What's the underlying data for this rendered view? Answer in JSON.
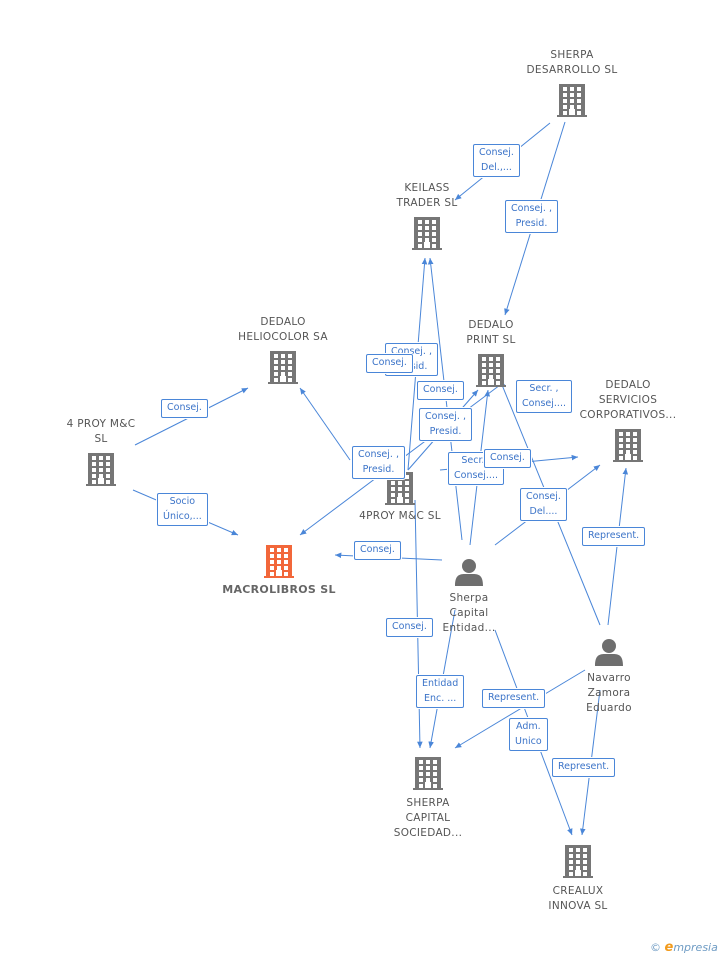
{
  "colors": {
    "edge": "#4a86d8",
    "company_icon": "#767676",
    "main_company_icon": "#f2673a",
    "person_icon": "#6e6e6e"
  },
  "nodes": [
    {
      "id": "sherpa_desarrollo",
      "type": "company",
      "label_lines": [
        "SHERPA",
        "DESARROLLO SL"
      ]
    },
    {
      "id": "keilass",
      "type": "company",
      "label_lines": [
        "KEILASS",
        "TRADER SL"
      ]
    },
    {
      "id": "dedalo_helio",
      "type": "company",
      "label_lines": [
        "DEDALO",
        "HELIOCOLOR SA"
      ]
    },
    {
      "id": "dedalo_print",
      "type": "company",
      "label_lines": [
        "DEDALO",
        "PRINT SL"
      ]
    },
    {
      "id": "dedalo_servicios",
      "type": "company",
      "label_lines": [
        "DEDALO",
        "SERVICIOS",
        "CORPORATIVOS..."
      ]
    },
    {
      "id": "proy4",
      "type": "company",
      "label_lines": [
        "4 PROY M&C",
        "SL"
      ]
    },
    {
      "id": "proy4mc",
      "type": "company",
      "label_lines": [
        "4PROY M&C SL"
      ]
    },
    {
      "id": "macrolibros",
      "type": "main_company",
      "label_lines": [
        "MACROLIBROS SL"
      ]
    },
    {
      "id": "sherpa_capital_ent",
      "type": "person",
      "label_lines": [
        "Sherpa",
        "Capital",
        "Entidad..."
      ]
    },
    {
      "id": "navarro",
      "type": "person",
      "label_lines": [
        "Navarro",
        "Zamora",
        "Eduardo"
      ]
    },
    {
      "id": "sherpa_capital_soc",
      "type": "company",
      "label_lines": [
        "SHERPA",
        "CAPITAL",
        "SOCIEDAD..."
      ]
    },
    {
      "id": "crealux",
      "type": "company",
      "label_lines": [
        "CREALUX",
        "INNOVA SL"
      ]
    }
  ],
  "edges": [
    {
      "from": "sherpa_desarrollo",
      "to": "keilass"
    },
    {
      "from": "sherpa_desarrollo",
      "to": "dedalo_print"
    },
    {
      "from": "proy4",
      "to": "dedalo_helio"
    },
    {
      "from": "proy4",
      "to": "macrolibros"
    },
    {
      "from": "proy4mc",
      "to": "keilass"
    },
    {
      "from": "proy4mc",
      "to": "dedalo_helio"
    },
    {
      "from": "proy4mc",
      "to": "dedalo_print"
    },
    {
      "from": "proy4mc",
      "to": "dedalo_servicios"
    },
    {
      "from": "dedalo_print",
      "to": "macrolibros"
    },
    {
      "from": "sherpa_capital_ent",
      "to": "keilass"
    },
    {
      "from": "sherpa_capital_ent",
      "to": "dedalo_print"
    },
    {
      "from": "sherpa_capital_ent",
      "to": "dedalo_servicios"
    },
    {
      "from": "sherpa_capital_ent",
      "to": "macrolibros"
    },
    {
      "from": "sherpa_capital_ent",
      "to": "sherpa_capital_soc"
    },
    {
      "from": "sherpa_capital_ent",
      "to": "crealux"
    },
    {
      "from": "proy4mc",
      "to": "sherpa_capital_soc"
    },
    {
      "from": "navarro",
      "to": "dedalo_print"
    },
    {
      "from": "navarro",
      "to": "dedalo_servicios"
    },
    {
      "from": "navarro",
      "to": "sherpa_capital_soc"
    },
    {
      "from": "navarro",
      "to": "crealux"
    }
  ],
  "edge_labels": [
    {
      "id": "consej-del-1",
      "lines": [
        "Consej.",
        "Del.,..."
      ]
    },
    {
      "id": "consej-presid-1",
      "lines": [
        "Consej. ,",
        "Presid."
      ]
    },
    {
      "id": "consej-1",
      "lines": [
        "Consej."
      ]
    },
    {
      "id": "socio-unico",
      "lines": [
        "Socio",
        "Único,..."
      ]
    },
    {
      "id": "consej-presid-2",
      "lines": [
        "Consej. ,",
        "Presid."
      ]
    },
    {
      "id": "consej-2",
      "lines": [
        "Consej."
      ]
    },
    {
      "id": "consej-presid-3",
      "lines": [
        "Consej. ,",
        "Presid."
      ]
    },
    {
      "id": "consej-3",
      "lines": [
        "Consej."
      ]
    },
    {
      "id": "consej-presid-4",
      "lines": [
        "Consej. ,",
        "Presid."
      ]
    },
    {
      "id": "secr-consej-1",
      "lines": [
        "Secr. ,",
        "Consej...."
      ]
    },
    {
      "id": "consej-4",
      "lines": [
        "Consej."
      ]
    },
    {
      "id": "consej-del-2",
      "lines": [
        "Consej.",
        "Del...."
      ]
    },
    {
      "id": "consej-5",
      "lines": [
        "Consej."
      ]
    },
    {
      "id": "secr-consej-2",
      "lines": [
        "Secr. ,",
        "Consej...."
      ]
    },
    {
      "id": "represent-1",
      "lines": [
        "Represent."
      ]
    },
    {
      "id": "consej-6",
      "lines": [
        "Consej."
      ]
    },
    {
      "id": "entidad-enc",
      "lines": [
        "Entidad",
        "Enc. ..."
      ]
    },
    {
      "id": "represent-2",
      "lines": [
        "Represent."
      ]
    },
    {
      "id": "adm-unico",
      "lines": [
        "Adm.",
        "Unico"
      ]
    },
    {
      "id": "represent-3",
      "lines": [
        "Represent."
      ]
    }
  ],
  "footer": {
    "copyright": "©",
    "brand_initial": "e",
    "brand_rest": "mpresia"
  }
}
